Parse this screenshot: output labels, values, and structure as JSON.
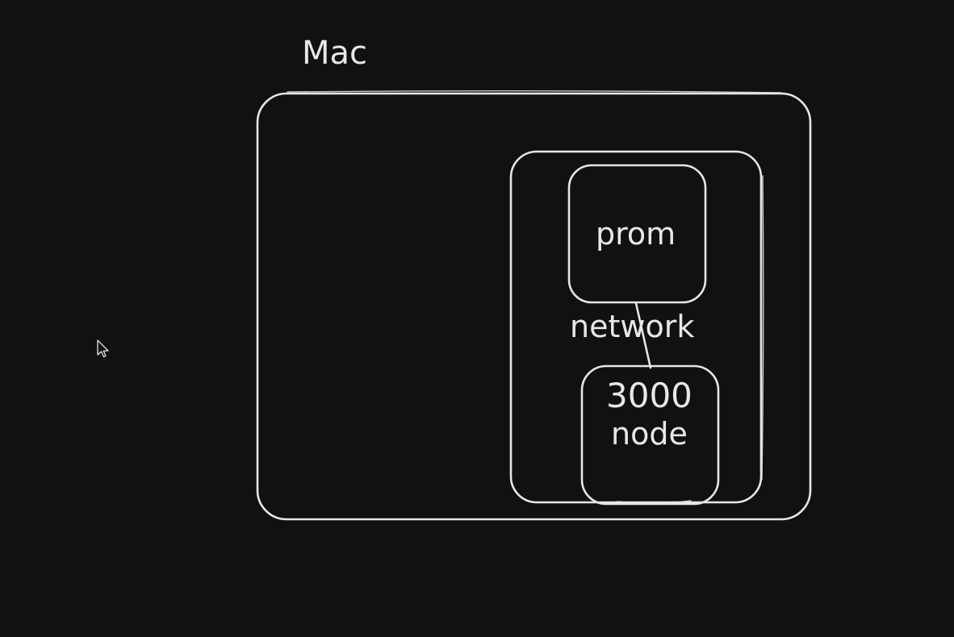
{
  "diagram": {
    "labels": {
      "mac": "Mac",
      "prom": "prom",
      "network": "network",
      "port": "3000",
      "node": "node"
    },
    "colors": {
      "background": "#111111",
      "stroke": "#e6e6e6",
      "text": "#e8e8e8"
    },
    "icons": {
      "cursor": "mouse-pointer-icon"
    }
  }
}
